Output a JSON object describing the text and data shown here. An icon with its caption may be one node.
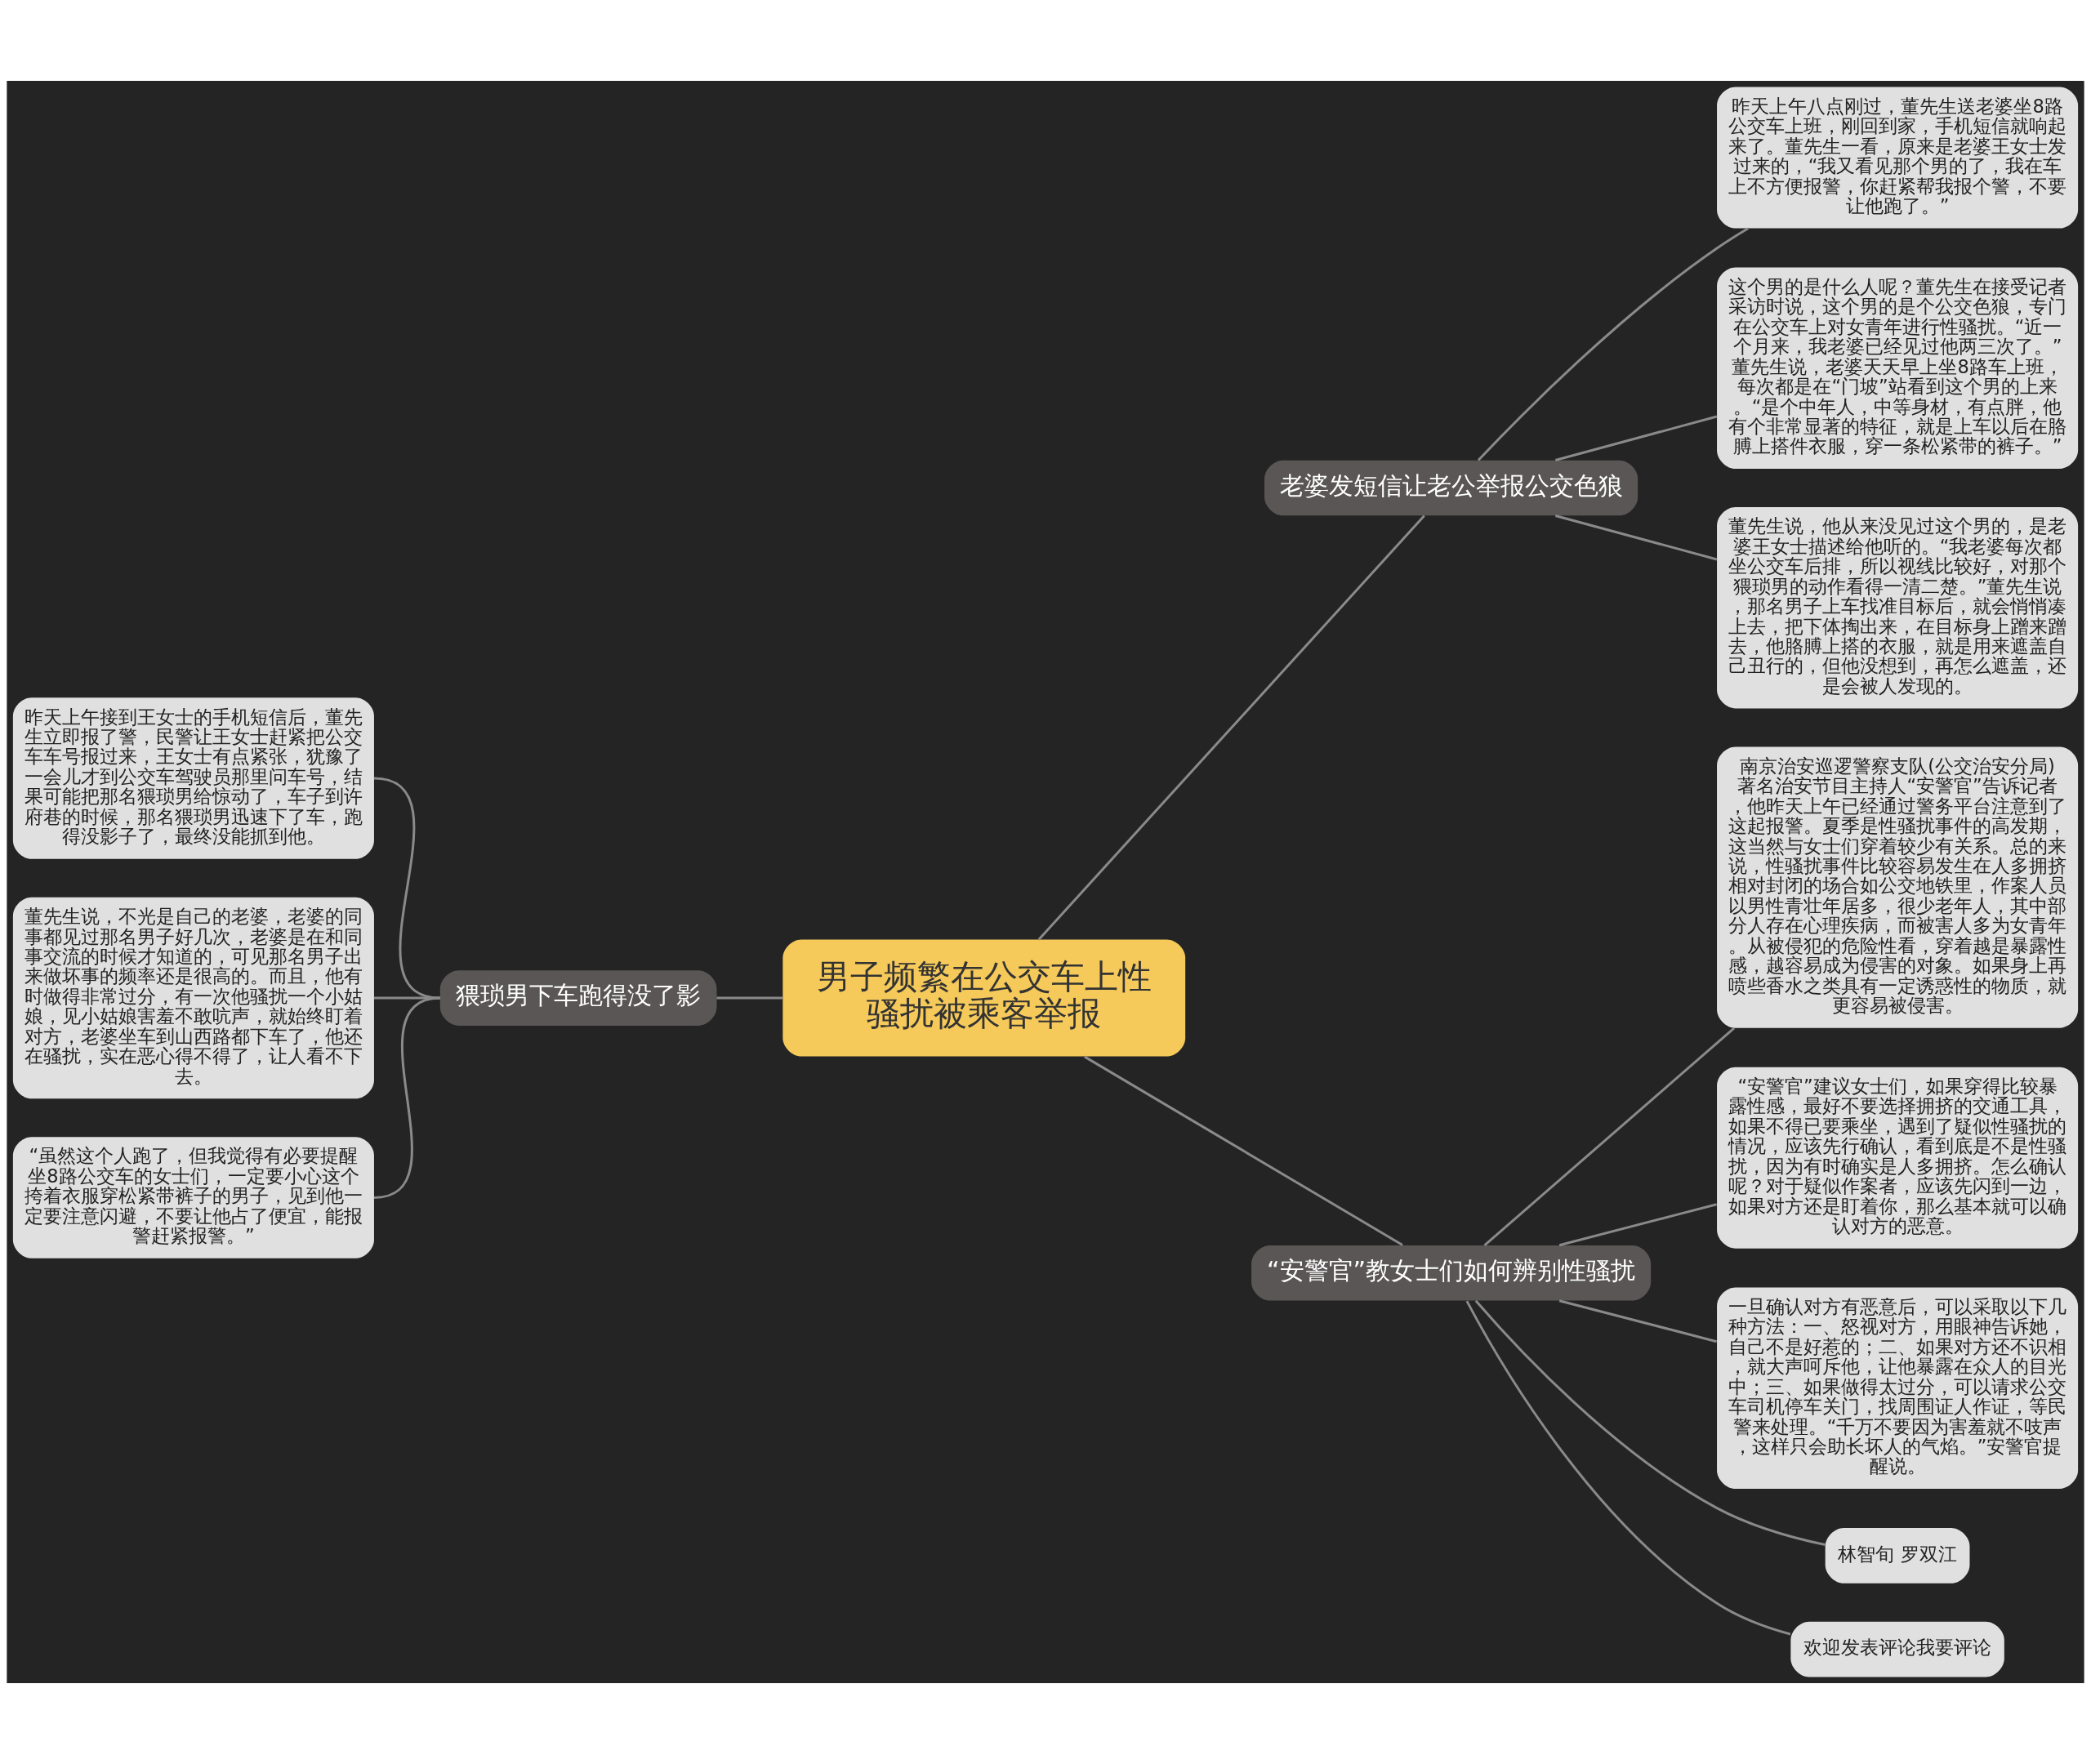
{
  "diagram": {
    "nodes": [
      {
        "text": [
          "男子频繁在公交车上性骚扰被乘客举报"
        ]
      },
      {
        "text": [
          "老婆发短信让老公举报公交色狼"
        ]
      },
      {
        "text": [
          "昨天上午八点刚过，董先生送老婆坐8路公交车上班，刚回到家，手机短信就响起来了。董先生一看，原来是老婆王女士发过来的，“我又看见那个男的了，我在车上不方便报警，你赶紧帮我报个警，不要让他跑了。”"
        ]
      },
      {
        "text": [
          "这个男的是什么人呢？董先生在接受记者采访时说，这个男的是个公交色狼，专门在公交车上对女青年进行性骚扰。“近一个月来，我老婆已经见过他两三次了。”董先生说，老婆天天早上坐8路车上班，每次都是在“门坡”站看到这个男的上来。“是个中年人，中等身材，有点胖，他有个非常显著的特征，就是上车以后在胳膊上搭件衣服，穿一条松紧带的裤子。”"
        ]
      },
      {
        "text": [
          "董先生说，他从来没见过这个男的，是老婆王女士描述给他听的。“我老婆每次都坐公交车后排，所以视线比较好，对那个猥琐男的动作看得一清二楚。”董先生说，那名男子上车找准目标后，就会悄悄凑上去，把下体掏出来，在目标身上蹭来蹭去，他胳膊上搭的衣服，就是用来遮盖自己丑行的，但他没想到，再怎么遮盖，还是会被人发现的。"
        ]
      },
      {
        "text": [
          "“安警官”教女士们如何辨别性骚扰"
        ]
      },
      {
        "text": [
          "南京治安巡逻警察支队(公交治安分局)著名治安节目主持人“安警官”告诉记者，他昨天上午已经通过警务平台注意到了这起报警。夏季是性骚扰事件的高发期，这当然与女士们穿着较少有关系。总的来说，性骚扰事件比较容易发生在人多拥挤相对封闭的场合如公交地铁里，作案人员以男性青壮年居多，很少老年人，其中部分人存在心理疾病，而被害人多为女青年。从被侵犯的危险性看，穿着越是暴露性感，越容易成为侵害的对象。如果身上再喷些香水之类具有一定诱惑性的物质，就更容易被侵害。"
        ]
      },
      {
        "text": [
          "“安警官”建议女士们，如果穿得比较暴露性感，最好不要选择拥挤的交通工具，如果不得已要乘坐，遇到了疑似性骚扰的情况，应该先行确认，看到底是不是性骚扰，因为有时确实是人多拥挤。怎么确认呢？对于疑似作案者，应该先闪到一边，如果对方还是盯着你，那么基本就可以确认对方的恶意。"
        ]
      },
      {
        "text": [
          "一旦确认对方有恶意后，可以采取以下几种方法：一、怒视对方，用眼神告诉她，自己不是好惹的；二、如果对方还不识相，就大声呵斥他，让他暴露在众人的目光中；三、如果做得太过分，可以请求公交车司机停车关门，找周围证人作证，等民警来处理。“千万不要因为害羞就不吱声，这样只会助长坏人的气焰。”安警官提醒说。"
        ]
      },
      {
        "text": [
          "林智旬 罗双江"
        ]
      },
      {
        "text": [
          "欢迎发表评论我要评论"
        ]
      },
      {
        "text": [
          "猥琐男下车跑得没了影"
        ]
      },
      {
        "text": [
          "昨天上午接到王女士的手机短信后，董先生立即报了警，民警让王女士赶紧把公交车车号报过来，王女士有点紧张，犹豫了一会儿才到公交车驾驶员那里问车号，结果可能把那名猥琐男给惊动了，车子到许府巷的时候，那名猥琐男迅速下了车，跑得没影子了，最终没能抓到他。"
        ]
      },
      {
        "text": [
          "董先生说，不光是自己的老婆，老婆的同事都见过那名男子好几次，老婆是在和同事交流的时候才知道的，可见那名男子出来做坏事的频率还是很高的。而且，他有时做得非常过分，有一次他骚扰一个小姑娘，见小姑娘害羞不敢吭声，就始终盯着对方，老婆坐车到山西路都下车了，他还在骚扰，实在恶心得不得了，让人看不下去。"
        ]
      },
      {
        "text": [
          "“虽然这个人跑了，但我觉得有必要提醒坐8路公交车的女士们，一定要小心这个挎着衣服穿松紧带裤子的男子，见到他一定要注意闪避，不要让他占了便宜，能报警赶紧报警。”"
        ]
      }
    ],
    "edges": [
      {
        "from": 0,
        "to": 1,
        "arrow": "none"
      },
      {
        "from": 1,
        "to": 2,
        "arrow": "none"
      },
      {
        "from": 1,
        "to": 3,
        "arrow": "none"
      },
      {
        "from": 1,
        "to": 4,
        "arrow": "none"
      },
      {
        "from": 0,
        "to": 5,
        "arrow": "none"
      },
      {
        "from": 5,
        "to": 6,
        "arrow": "none"
      },
      {
        "from": 5,
        "to": 7,
        "arrow": "none"
      },
      {
        "from": 5,
        "to": 8,
        "arrow": "none"
      },
      {
        "from": 5,
        "to": 9,
        "arrow": "none"
      },
      {
        "from": 5,
        "to": 10,
        "arrow": "none"
      },
      {
        "from": 0,
        "to": 11,
        "arrow": "none"
      },
      {
        "from": 11,
        "to": 12,
        "arrow": "none"
      },
      {
        "from": 11,
        "to": 13,
        "arrow": "none"
      },
      {
        "from": 11,
        "to": 14,
        "arrow": "none"
      }
    ]
  }
}
